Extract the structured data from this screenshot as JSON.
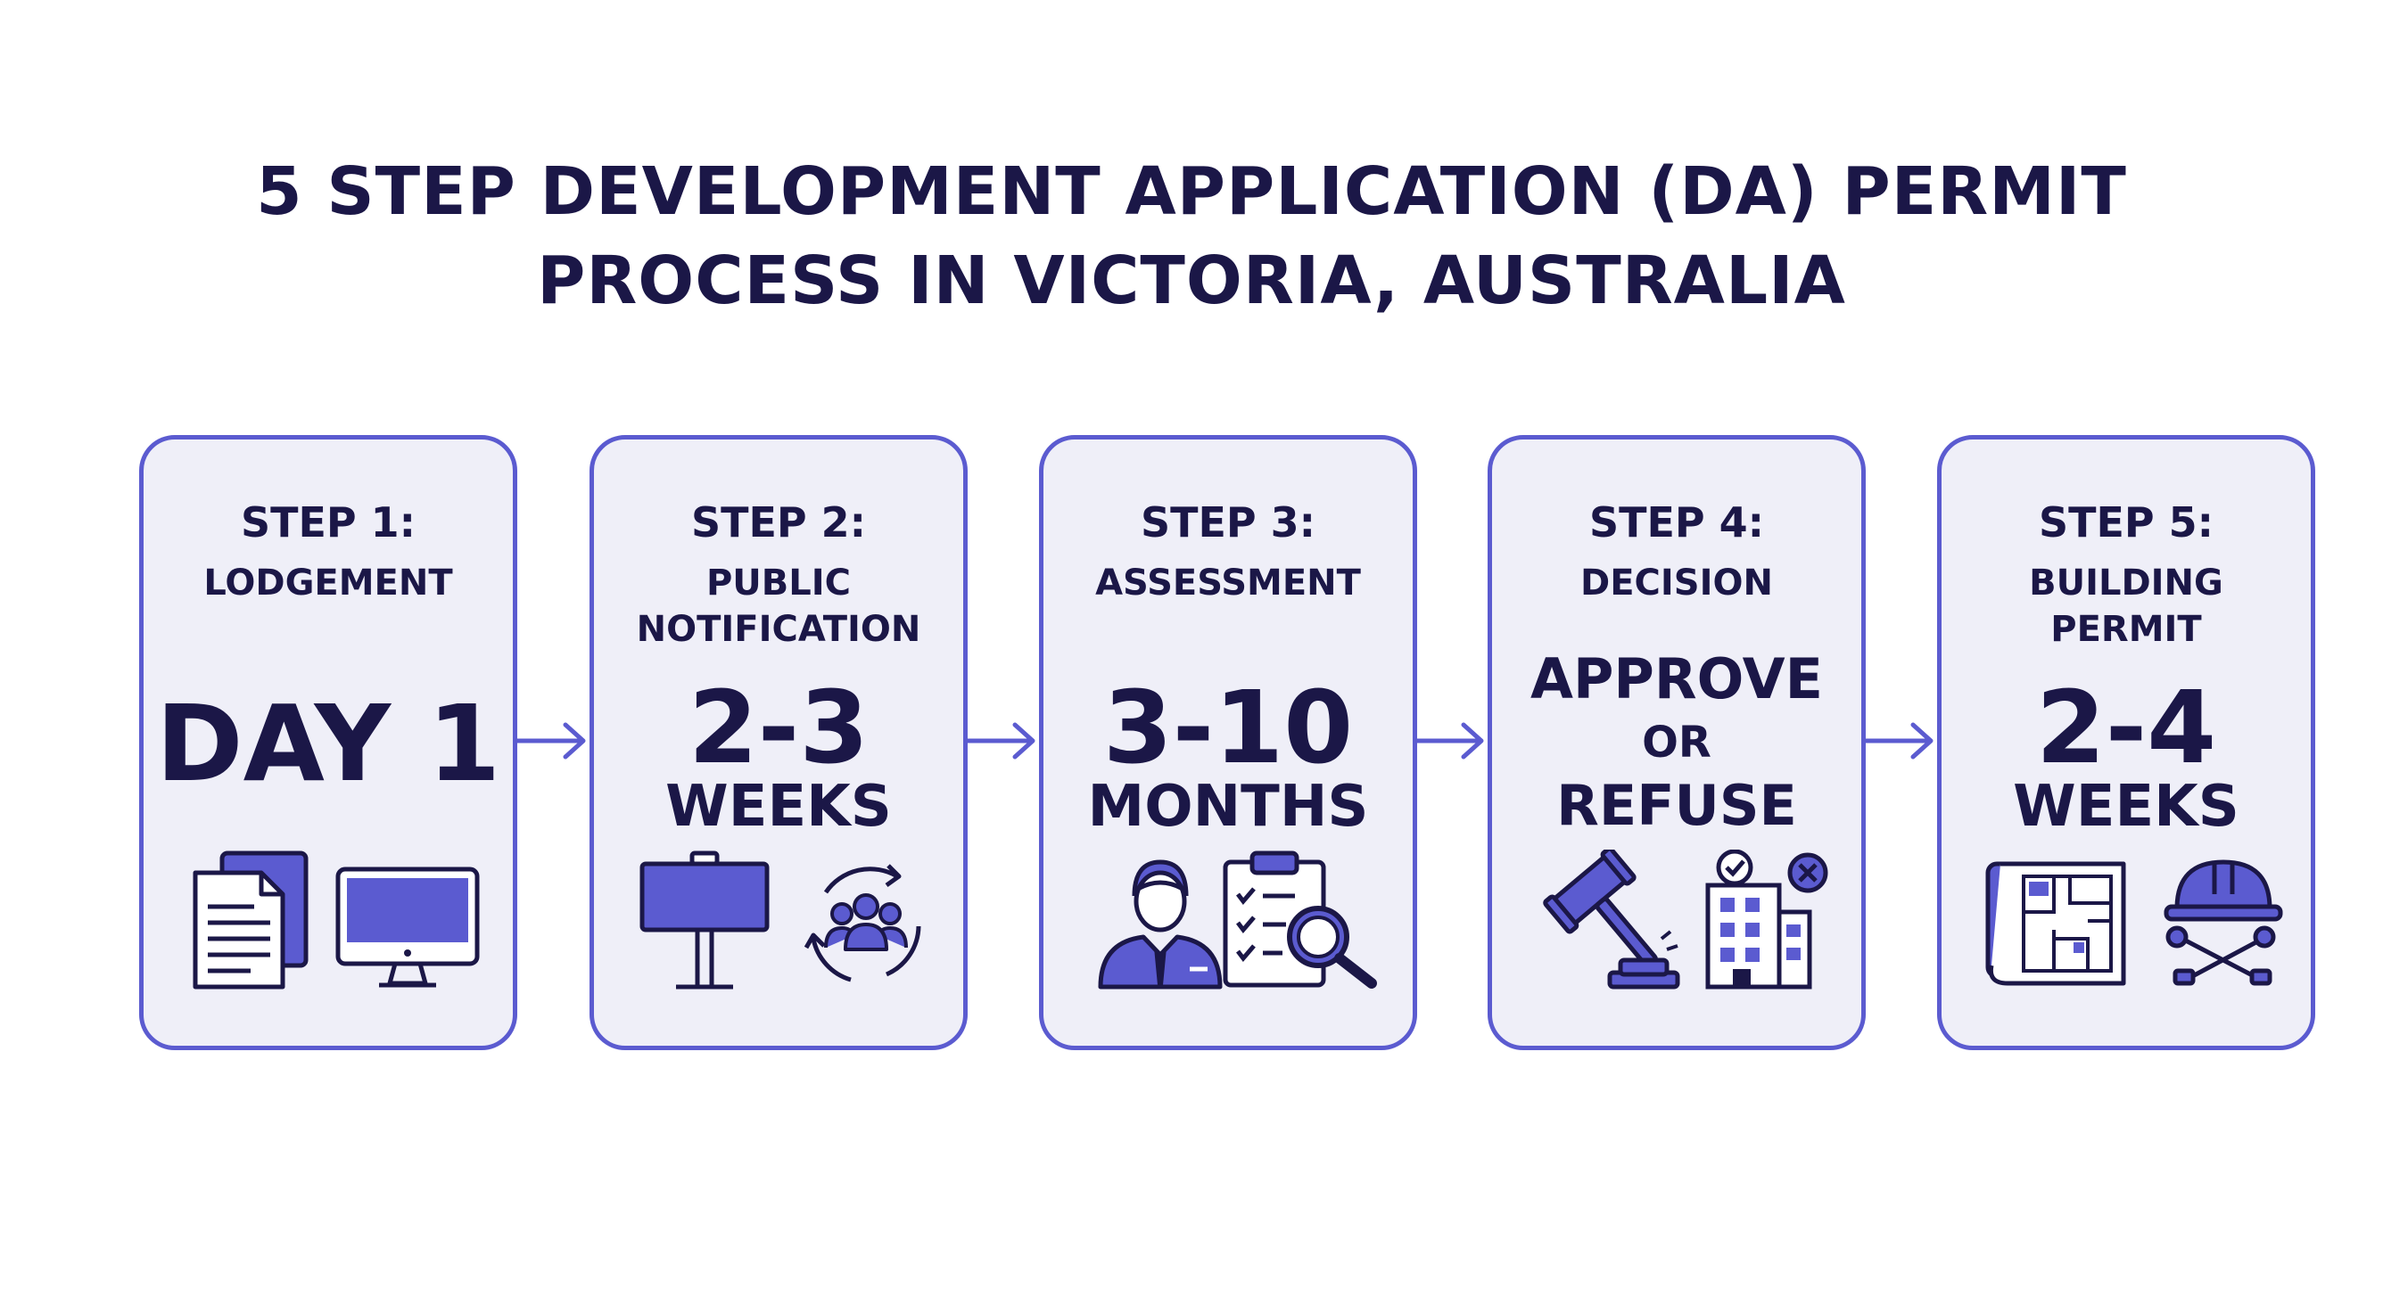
{
  "title": {
    "line1": "5 STEP DEVELOPMENT APPLICATION (DA) PERMIT",
    "line2": "PROCESS IN VICTORIA, AUSTRALIA"
  },
  "colors": {
    "accent": "#5b5bd0",
    "text": "#1b1747",
    "card_bg": "#efeff8"
  },
  "steps": [
    {
      "step": "STEP 1:",
      "label": [
        "LODGEMENT"
      ],
      "duration": "DAY 1",
      "icons": [
        "document-icon",
        "computer-monitor-icon"
      ]
    },
    {
      "step": "STEP 2:",
      "label": [
        "PUBLIC",
        "NOTIFICATION"
      ],
      "duration": "2-3",
      "unit": "WEEKS",
      "icons": [
        "signboard-icon",
        "community-cycle-icon"
      ]
    },
    {
      "step": "STEP 3:",
      "label": [
        "ASSESSMENT"
      ],
      "duration": "3-10",
      "unit": "MONTHS",
      "icons": [
        "assessor-person-icon",
        "checklist-magnifier-icon"
      ]
    },
    {
      "step": "STEP 4:",
      "label": [
        "DECISION"
      ],
      "decision": [
        "APPROVE",
        "OR",
        "REFUSE"
      ],
      "icons": [
        "gavel-icon",
        "building-approve-refuse-icon"
      ]
    },
    {
      "step": "STEP 5:",
      "label": [
        "BUILDING",
        "PERMIT"
      ],
      "duration": "2-4",
      "unit": "WEEKS",
      "icons": [
        "blueprint-icon",
        "hardhat-tools-icon"
      ]
    }
  ]
}
